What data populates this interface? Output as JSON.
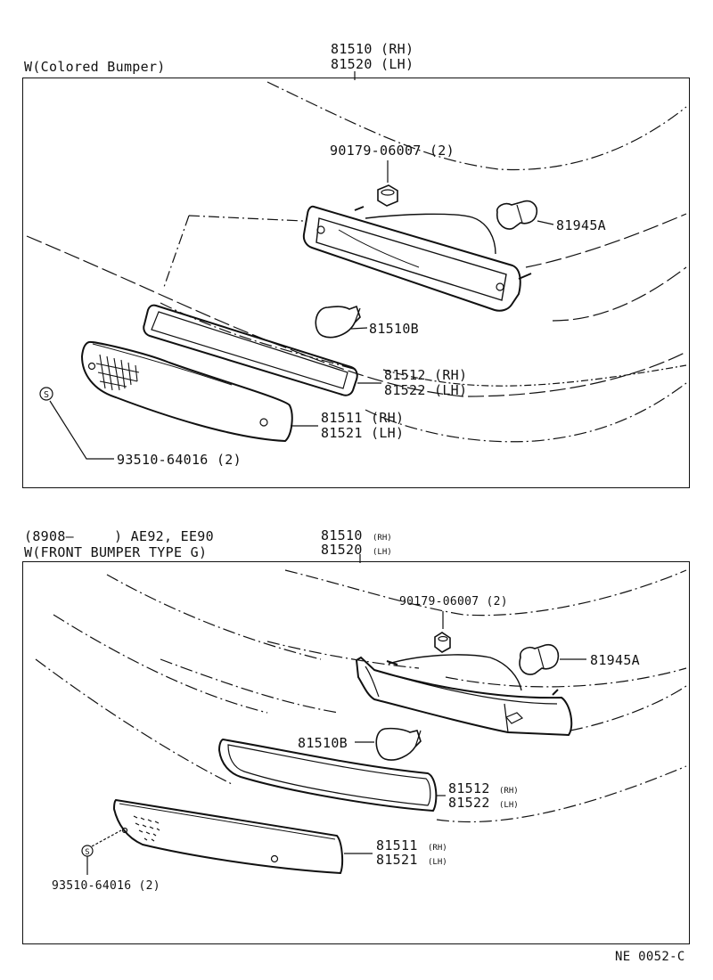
{
  "page_code": "NE 0052-C",
  "panel1": {
    "heading": "W(Colored Bumper)",
    "assembly": {
      "num_a": "81510 (RH)",
      "num_b": "81520 (LH)"
    },
    "nut": "90179-06007 (2)",
    "socket": "81945A",
    "bulb": "81510B",
    "gasket": {
      "a": "81512 (RH)",
      "b": "81522 (LH)"
    },
    "lens": {
      "a": "81511 (RH)",
      "b": "81521 (LH)"
    },
    "screw": "93510-64016 (2)",
    "screw_symbol": "S"
  },
  "panel2": {
    "heading_a_1": "(8908—",
    "heading_a_2": ") AE92, EE90",
    "heading_b": "W(FRONT BUMPER TYPE G)",
    "assembly": {
      "num_a": "81510",
      "side_a": "(RH)",
      "num_b": "81520",
      "side_b": "(LH)"
    },
    "nut": "90179-06007 (2)",
    "socket": "81945A",
    "bulb": "81510B",
    "gasket": {
      "num_a": "81512",
      "side_a": "(RH)",
      "num_b": "81522",
      "side_b": "(LH)"
    },
    "lens": {
      "num_a": "81511",
      "side_a": "(RH)",
      "num_b": "81521",
      "side_b": "(LH)"
    },
    "screw": "93510-64016 (2)",
    "screw_symbol": "S"
  }
}
